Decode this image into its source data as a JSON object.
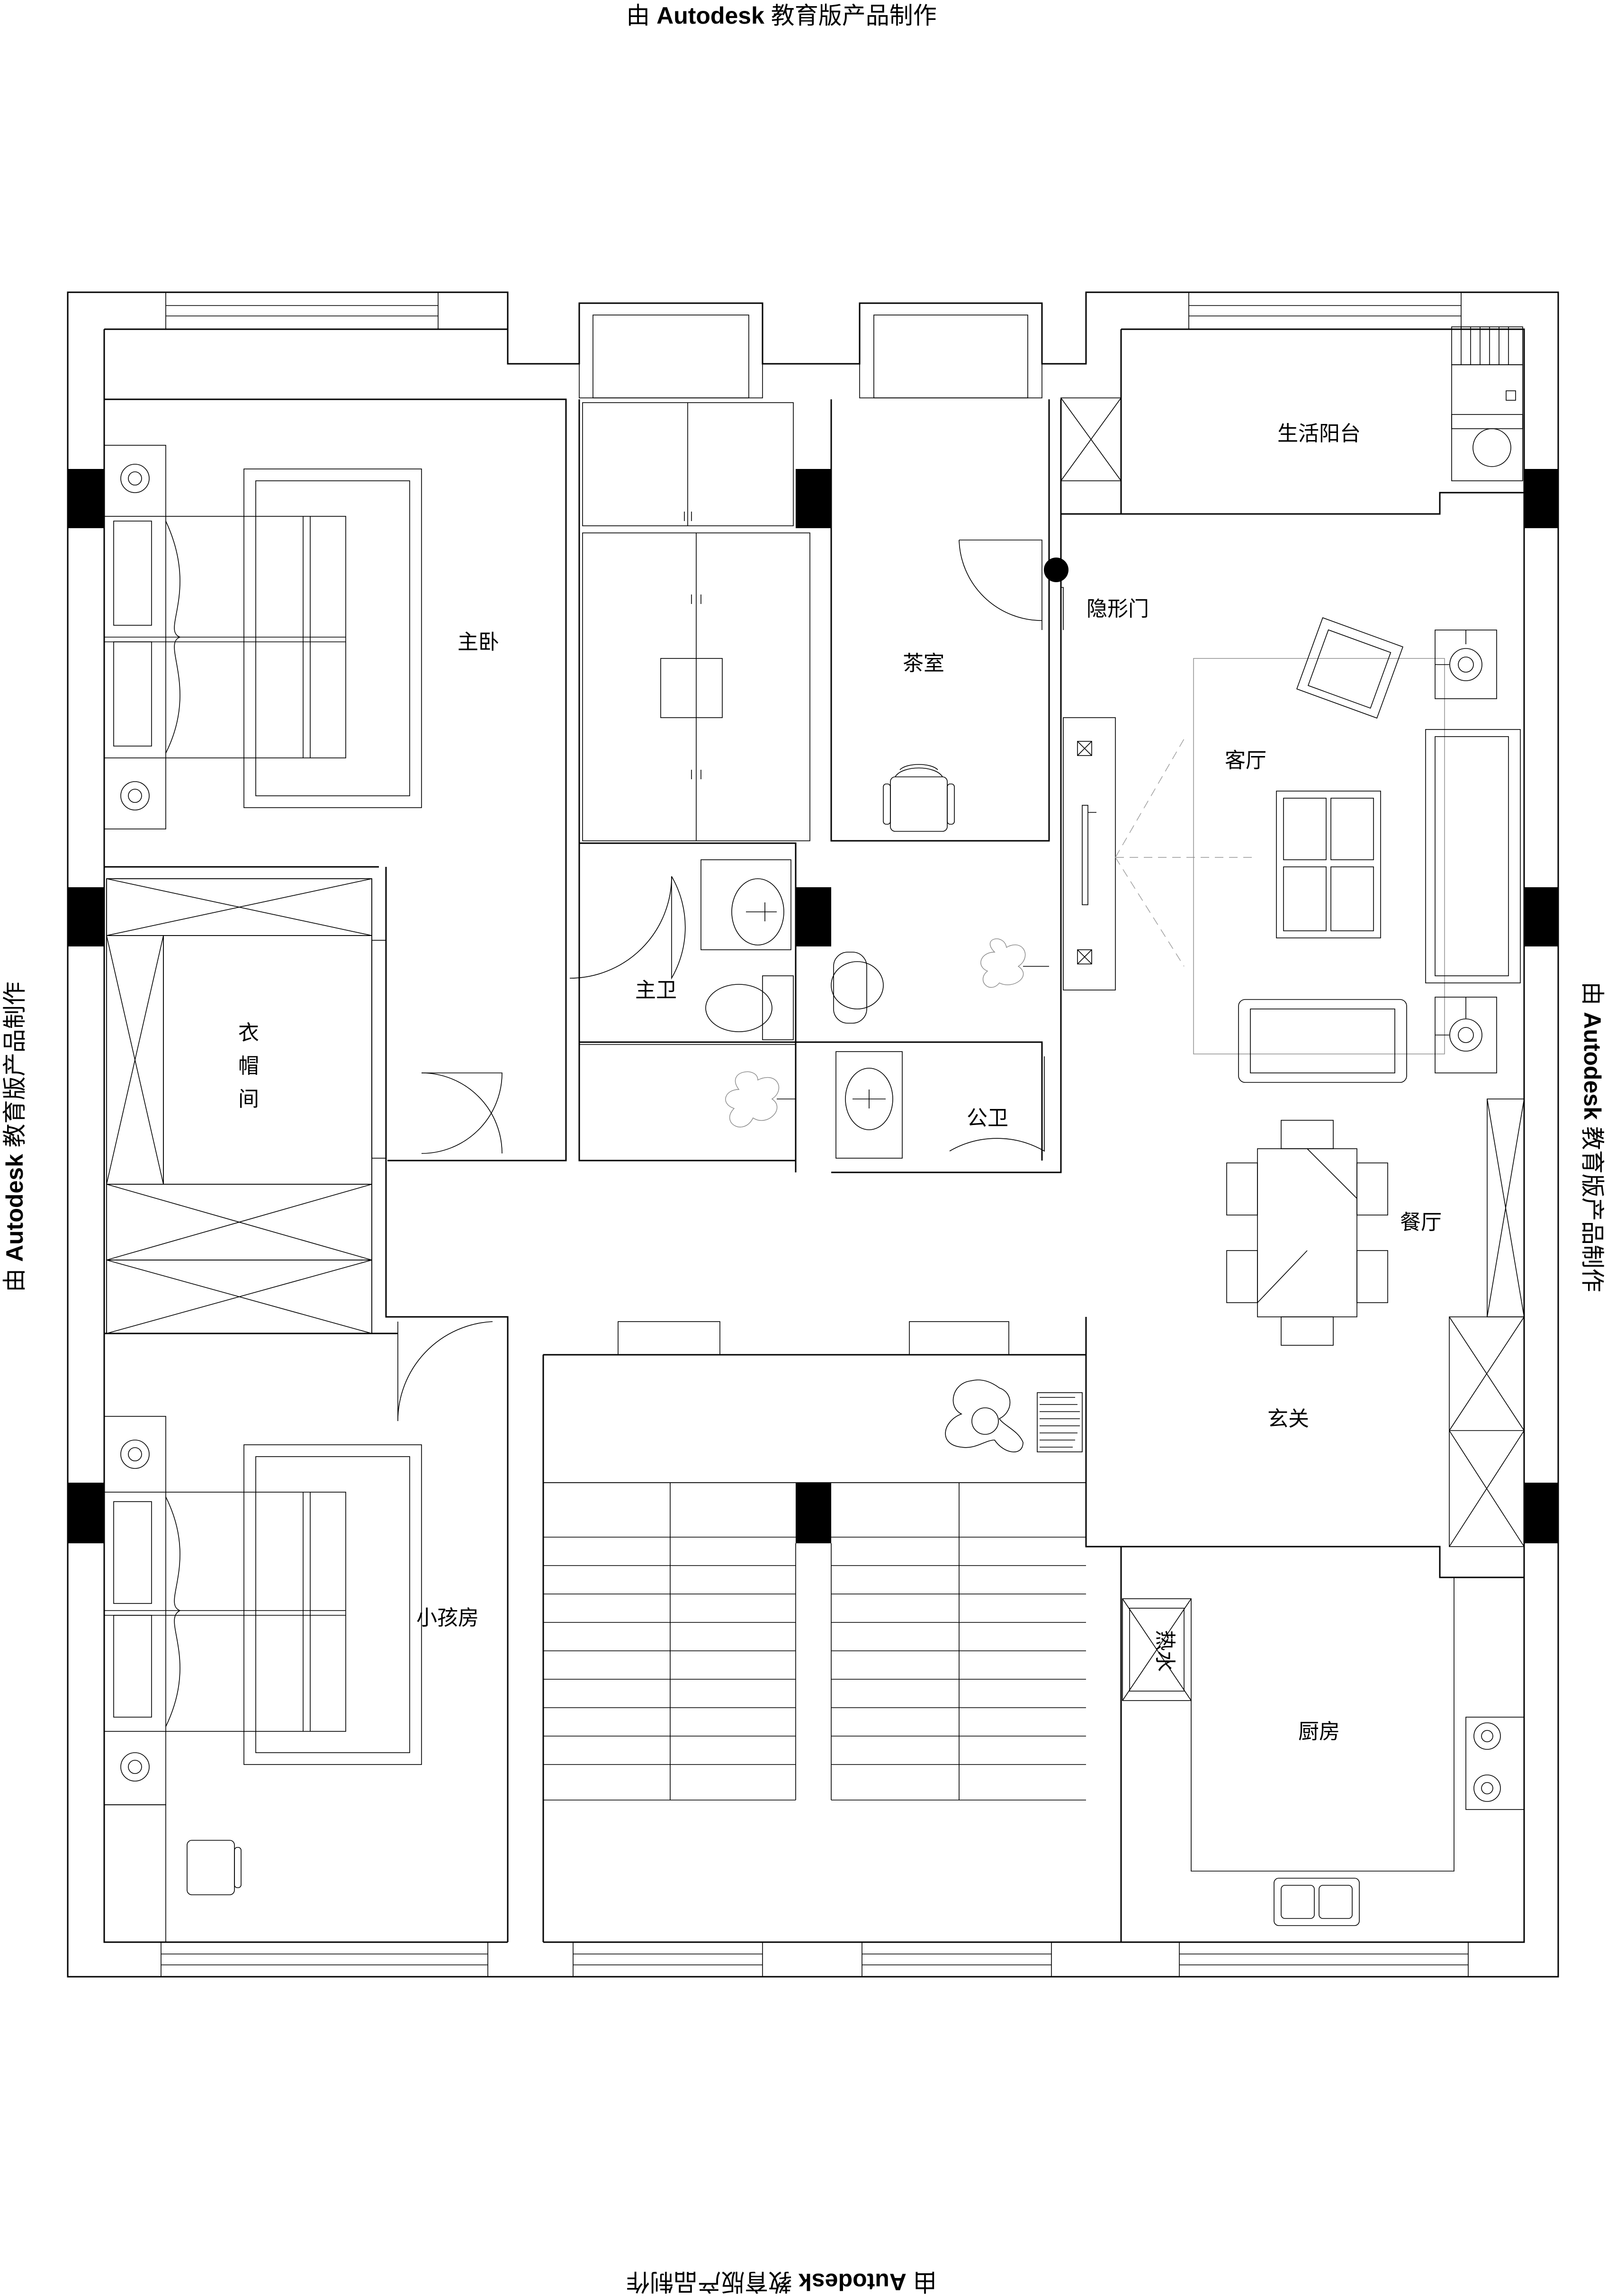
{
  "watermark": {
    "prefix": "由 ",
    "brand": "Autodesk",
    "suffix": " 教育版产品制作"
  },
  "rooms": {
    "master_bedroom": "主卧",
    "tea_room": "茶室",
    "hidden_door": "隐形门",
    "service_balcony": "生活阳台",
    "living_room": "客厅",
    "cloakroom_1": "衣",
    "cloakroom_2": "帽",
    "cloakroom_3": "间",
    "master_bath": "主卫",
    "public_bath": "公卫",
    "dining_room": "餐厅",
    "foyer": "玄关",
    "kids_room": "小孩房",
    "kitchen": "厨房",
    "water_heater": "热水"
  }
}
